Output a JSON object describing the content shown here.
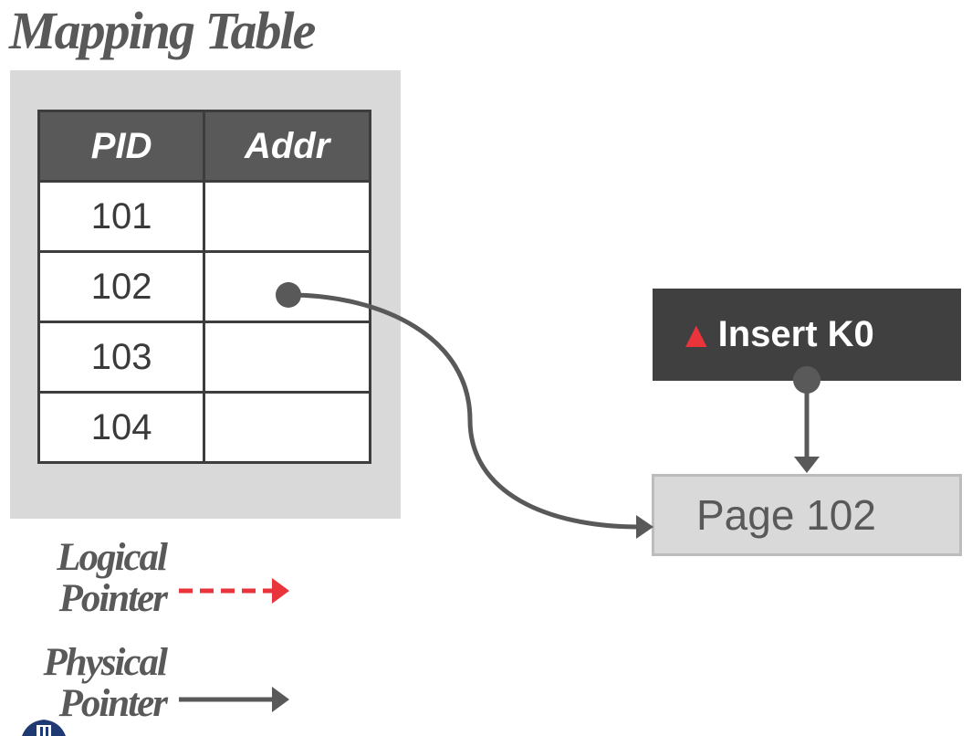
{
  "title": "Mapping Table",
  "table": {
    "headers": [
      "PID",
      "Addr"
    ],
    "rows": [
      {
        "pid": "101",
        "addr": ""
      },
      {
        "pid": "102",
        "addr": ""
      },
      {
        "pid": "103",
        "addr": ""
      },
      {
        "pid": "104",
        "addr": ""
      }
    ]
  },
  "delta_record": {
    "icon": "triangle-delta-icon",
    "label": "Insert K0"
  },
  "page": {
    "label": "Page 102"
  },
  "legend": {
    "logical_pointer": "Logical Pointer",
    "physical_pointer": "Physical Pointer"
  },
  "colors": {
    "title_gray": "#595959",
    "table_header": "#595959",
    "panel_background": "#d9d9d9",
    "delta_box": "#404040",
    "logical_pointer": "#e8343a",
    "physical_pointer": "#595959",
    "delta_icon": "#e8343a"
  }
}
